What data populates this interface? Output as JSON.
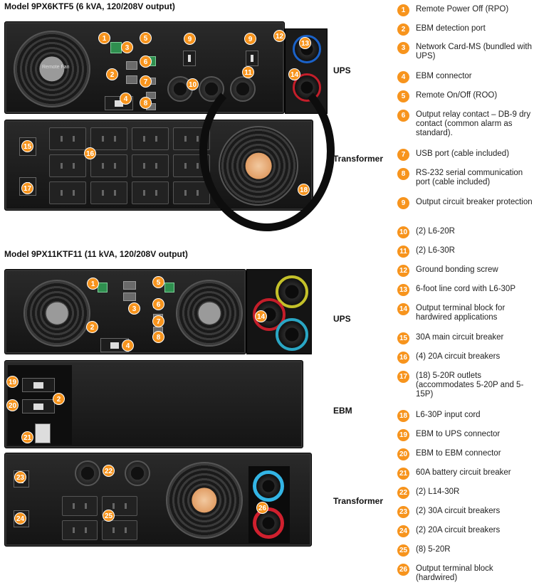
{
  "models": {
    "top": "Model 9PX6KTF5 (6 kVA, 120/208V output)",
    "bottom": "Model 9PX11KTF11 (11 kVA, 120/208V output)"
  },
  "labels": {
    "ups_top": "UPS",
    "transformer_top": "Transformer",
    "ups_bottom": "UPS",
    "ebm": "EBM",
    "transformer_bottom": "Transformer"
  },
  "photo_text": {
    "remote_label": "Remote Fan"
  },
  "legend": [
    {
      "num": "1",
      "text": "Remote Power Off (RPO)"
    },
    {
      "num": "2",
      "text": "EBM detection port"
    },
    {
      "num": "3",
      "text": "Network Card-MS (bundled with UPS)"
    },
    {
      "num": "4",
      "text": "EBM connector"
    },
    {
      "num": "5",
      "text": "Remote On/Off (ROO)"
    },
    {
      "num": "6",
      "text": "Output relay contact – DB-9 dry contact (common alarm as standard)."
    },
    {
      "num": "7",
      "text": "USB port (cable included)"
    },
    {
      "num": "8",
      "text": "RS-232 serial communication port (cable included)"
    },
    {
      "num": "9",
      "text": "Output circuit breaker protection"
    },
    {
      "num": "10",
      "text": "(2) L6-20R"
    },
    {
      "num": "11",
      "text": "(2) L6-30R"
    },
    {
      "num": "12",
      "text": "Ground bonding screw"
    },
    {
      "num": "13",
      "text": "6-foot line cord with L6-30P"
    },
    {
      "num": "14",
      "text": "Output terminal block for hardwired applications"
    },
    {
      "num": "15",
      "text": "30A main circuit breaker"
    },
    {
      "num": "16",
      "text": "(4) 20A circuit breakers"
    },
    {
      "num": "17",
      "text": "(18) 5-20R outlets (accommodates 5-20P and 5-15P)"
    },
    {
      "num": "18",
      "text": "L6-30P input cord"
    },
    {
      "num": "19",
      "text": "EBM to UPS connector"
    },
    {
      "num": "20",
      "text": "EBM to EBM connector"
    },
    {
      "num": "21",
      "text": "60A battery circuit breaker"
    },
    {
      "num": "22",
      "text": "(2) L14-30R"
    },
    {
      "num": "23",
      "text": "(2) 30A circuit breakers"
    },
    {
      "num": "24",
      "text": "(2) 20A circuit breakers"
    },
    {
      "num": "25",
      "text": "(8) 5-20R"
    },
    {
      "num": "26",
      "text": "Output terminal block (hardwired)"
    }
  ],
  "callouts_top": [
    "1",
    "2",
    "3",
    "4",
    "5",
    "6",
    "7",
    "8",
    "9",
    "9",
    "10",
    "11",
    "12",
    "13",
    "14",
    "15",
    "16",
    "17",
    "18"
  ],
  "callouts_bottom": [
    "1",
    "2",
    "3",
    "4",
    "5",
    "6",
    "7",
    "8",
    "14",
    "19",
    "2",
    "20",
    "21",
    "22",
    "23",
    "24",
    "25",
    "26"
  ],
  "colors": {
    "accent": "#f7941d"
  }
}
